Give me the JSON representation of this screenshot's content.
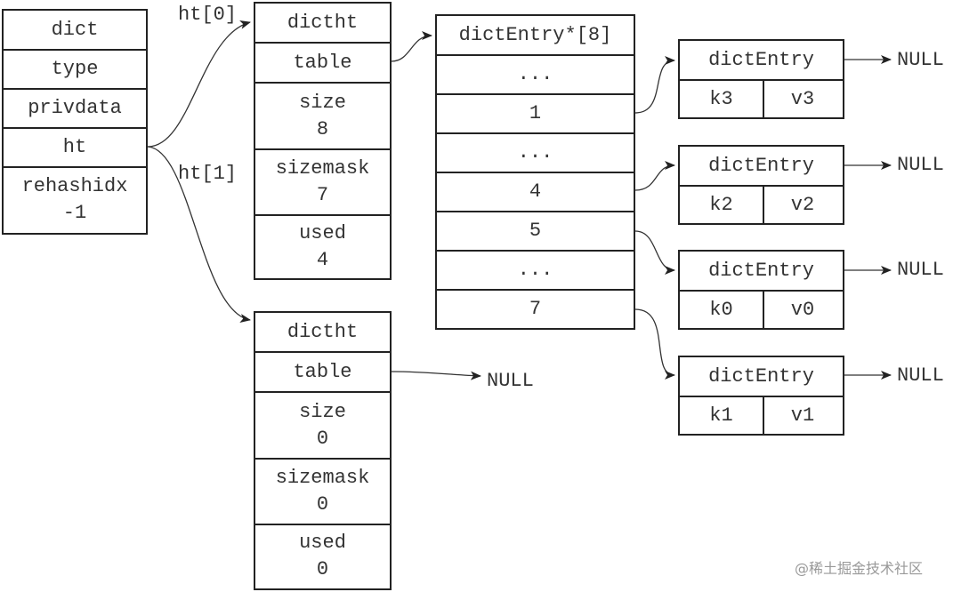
{
  "dict": {
    "fields": [
      "dict",
      "type",
      "privdata",
      "ht"
    ],
    "rehash_label": "rehashidx",
    "rehash_value": "-1"
  },
  "ht_labels": [
    "ht[0]",
    "ht[1]"
  ],
  "ht0": {
    "title": "dictht",
    "table": "table",
    "size_label": "size",
    "size_value": "8",
    "sizemask_label": "sizemask",
    "sizemask_value": "7",
    "used_label": "used",
    "used_value": "4"
  },
  "ht1": {
    "title": "dictht",
    "table": "table",
    "size_label": "size",
    "size_value": "0",
    "sizemask_label": "sizemask",
    "sizemask_value": "0",
    "used_label": "used",
    "used_value": "0"
  },
  "array": {
    "title": "dictEntry*[8]",
    "slots": [
      "...",
      "1",
      "...",
      "4",
      "5",
      "...",
      "7"
    ]
  },
  "entries": [
    {
      "title": "dictEntry",
      "key": "k3",
      "value": "v3"
    },
    {
      "title": "dictEntry",
      "key": "k2",
      "value": "v2"
    },
    {
      "title": "dictEntry",
      "key": "k0",
      "value": "v0"
    },
    {
      "title": "dictEntry",
      "key": "k1",
      "value": "v1"
    }
  ],
  "null_text": "NULL",
  "watermark": "@稀土掘金技术社区"
}
